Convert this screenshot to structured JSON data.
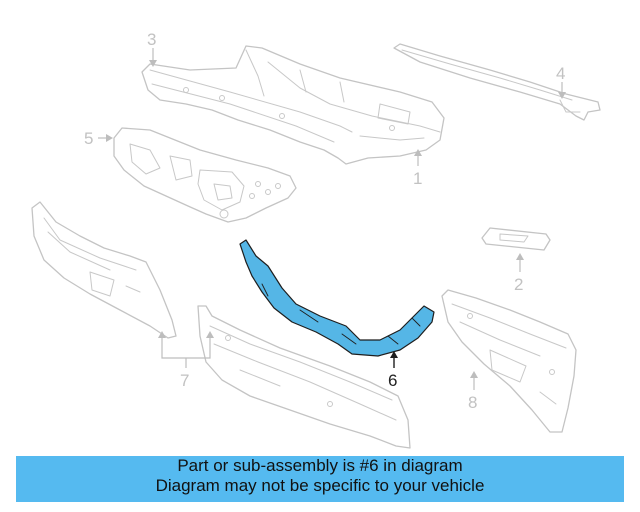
{
  "callouts": {
    "c1": "1",
    "c2": "2",
    "c3": "3",
    "c4": "4",
    "c5": "5",
    "c6": "6",
    "c7": "7",
    "c8": "8"
  },
  "highlighted_part": "6",
  "colors": {
    "highlight": "#55b6e6",
    "banner": "#55baf0",
    "outline_gray": "#c4c4c4"
  },
  "banner": {
    "line1": "Part or sub-assembly is #6 in diagram",
    "line2": "Diagram may not be specific to your vehicle"
  }
}
